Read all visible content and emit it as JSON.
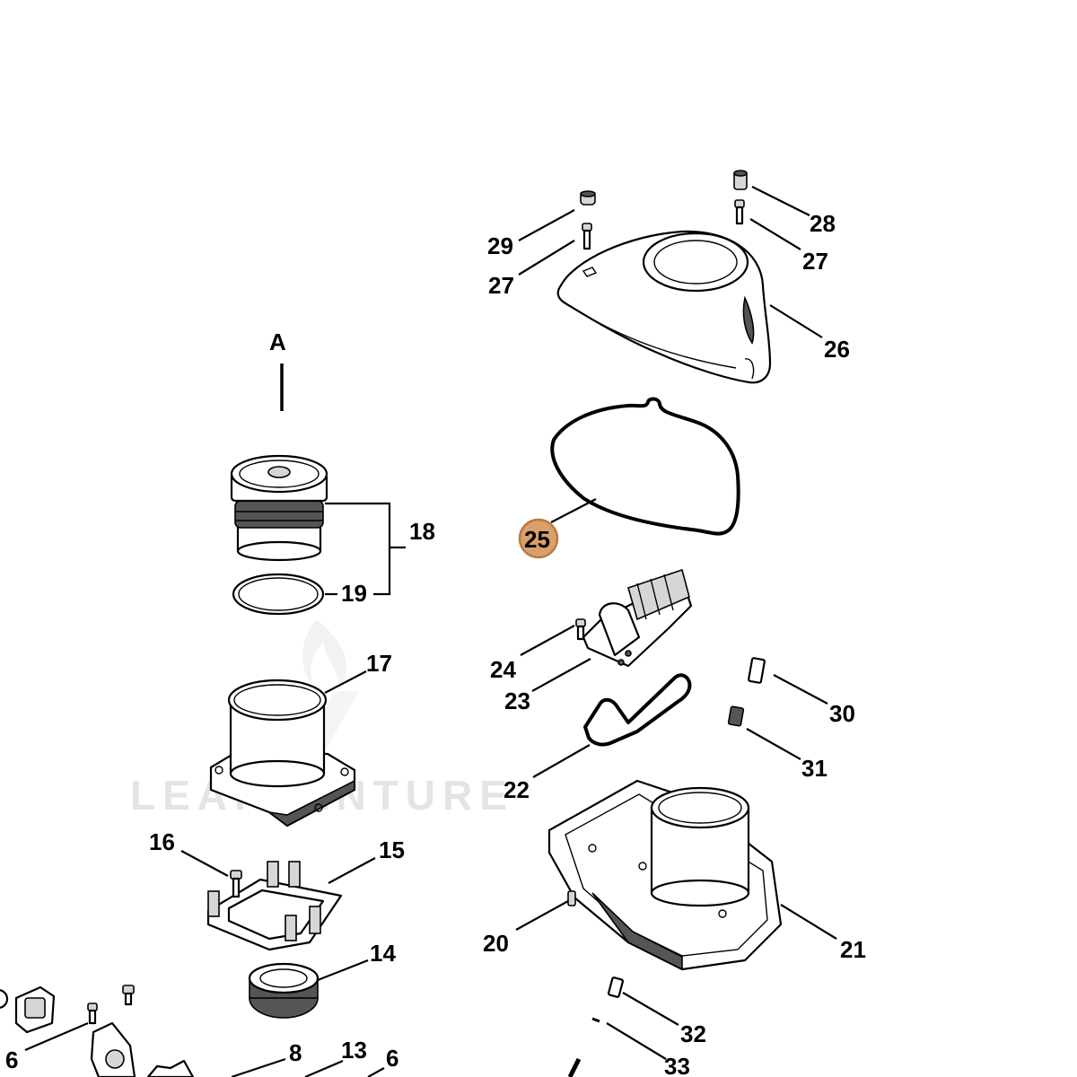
{
  "diagram": {
    "section_label": "A",
    "watermark": "LEAFVENTURE",
    "highlight_color": "#d9a06a",
    "highlighted_part": "25",
    "callouts": [
      {
        "id": "c29",
        "text": "29"
      },
      {
        "id": "c27a",
        "text": "27"
      },
      {
        "id": "c28",
        "text": "28"
      },
      {
        "id": "c27b",
        "text": "27"
      },
      {
        "id": "c26",
        "text": "26"
      },
      {
        "id": "c25",
        "text": "25"
      },
      {
        "id": "c18",
        "text": "18"
      },
      {
        "id": "c19",
        "text": "19"
      },
      {
        "id": "c17",
        "text": "17"
      },
      {
        "id": "c24",
        "text": "24"
      },
      {
        "id": "c23",
        "text": "23"
      },
      {
        "id": "c30",
        "text": "30"
      },
      {
        "id": "c31",
        "text": "31"
      },
      {
        "id": "c22",
        "text": "22"
      },
      {
        "id": "c16",
        "text": "16"
      },
      {
        "id": "c15",
        "text": "15"
      },
      {
        "id": "c20",
        "text": "20"
      },
      {
        "id": "c21",
        "text": "21"
      },
      {
        "id": "c14",
        "text": "14"
      },
      {
        "id": "c32",
        "text": "32"
      },
      {
        "id": "c6a",
        "text": "6"
      },
      {
        "id": "c8",
        "text": "8"
      },
      {
        "id": "c13",
        "text": "13"
      },
      {
        "id": "c6b",
        "text": "6"
      },
      {
        "id": "c33",
        "text": "33"
      }
    ]
  }
}
